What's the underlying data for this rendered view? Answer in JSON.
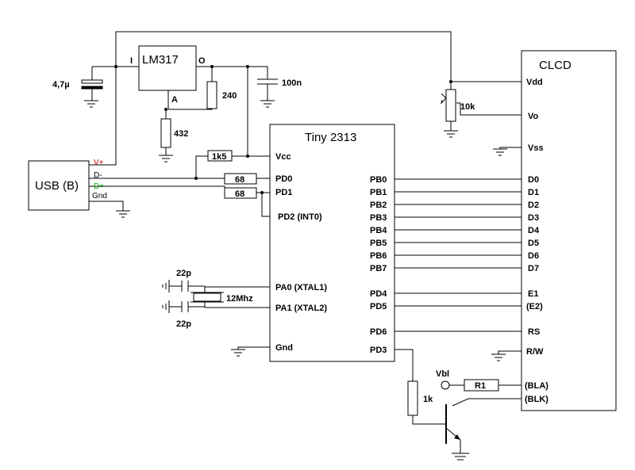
{
  "usb": {
    "name": "USB (B)",
    "pins": [
      {
        "label": "V+",
        "color": "#cc0000"
      },
      {
        "label": "D-",
        "color": "#000000"
      },
      {
        "label": "D+",
        "color": "#00aa00"
      },
      {
        "label": "Gnd",
        "color": "#000000"
      }
    ]
  },
  "regulator": {
    "name": "LM317",
    "pin_in": "I",
    "pin_out": "O",
    "pin_adj": "A"
  },
  "resistors": {
    "r240": "240",
    "r432": "432",
    "r1k5": "1k5",
    "r68a": "68",
    "r68b": "68",
    "r1k": "1k",
    "r_bl": "R1",
    "pot": "10k"
  },
  "capacitors": {
    "c_in": "4,7µ",
    "c_out": "100n",
    "c_xtal1": "22p",
    "c_xtal2": "22p"
  },
  "crystal": "12Mhz",
  "mcu": {
    "name": "Tiny 2313",
    "left_pins": [
      "Vcc",
      "PD0",
      "PD1",
      "PD2 (INT0)",
      "PA0 (XTAL1)",
      "PA1 (XTAL2)",
      "Gnd"
    ],
    "right_pins": [
      "PB0",
      "PB1",
      "PB2",
      "PB3",
      "PB4",
      "PB5",
      "PB6",
      "PB7",
      "PD4",
      "PD5",
      "PD6",
      "PD3"
    ]
  },
  "lcd": {
    "name": "CLCD",
    "pins": [
      "Vdd",
      "Vo",
      "Vss",
      "D0",
      "D1",
      "D2",
      "D3",
      "D4",
      "D5",
      "D6",
      "D7",
      "E1",
      "(E2)",
      "RS",
      "R/W",
      "(BLA)",
      "(BLK)"
    ]
  },
  "backlight_supply": "Vbl"
}
